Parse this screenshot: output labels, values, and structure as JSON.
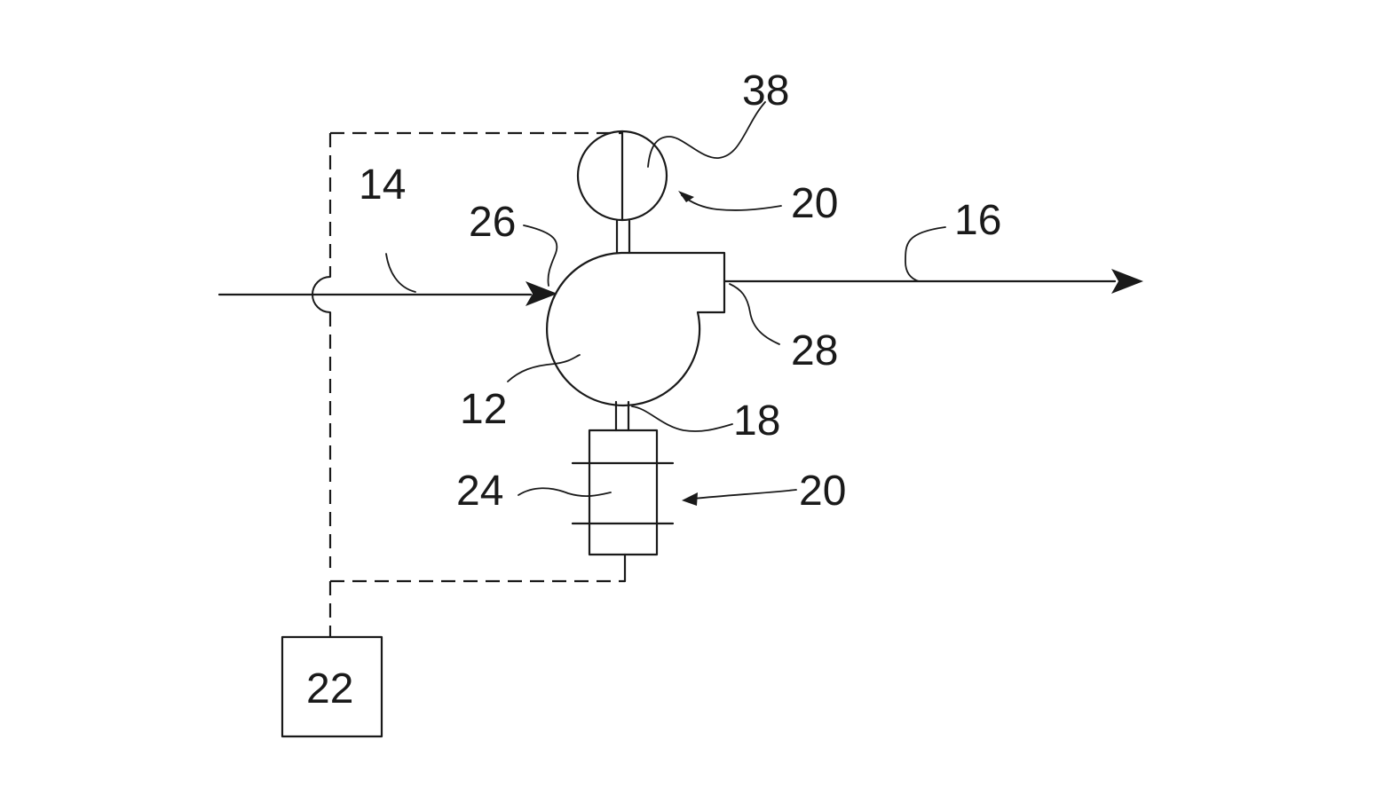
{
  "labels": {
    "l12": "12",
    "l14": "14",
    "l16": "16",
    "l18": "18",
    "l20a": "20",
    "l20b": "20",
    "l22": "22",
    "l24": "24",
    "l26": "26",
    "l28": "28",
    "l38": "38"
  }
}
